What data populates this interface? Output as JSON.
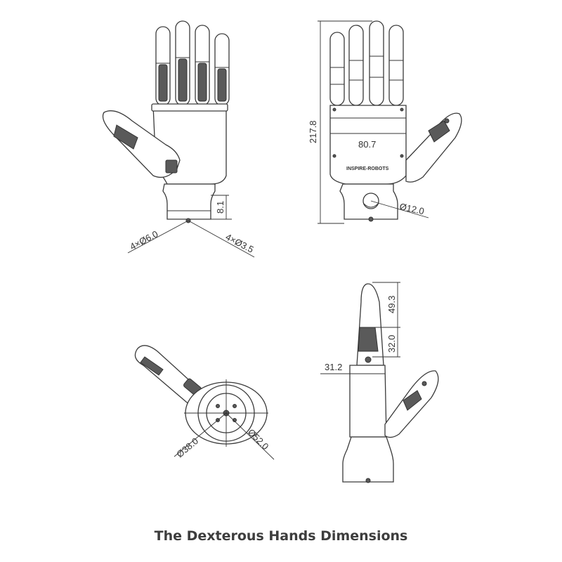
{
  "caption": "The Dexterous Hands Dimensions",
  "logo_text": "INSPIRE-ROBOTS",
  "dimensions": {
    "front_holes_large": "4×Ø6.0",
    "front_holes_small": "4×Ø3.5",
    "front_base_height": "8.1",
    "back_total_height": "217.8",
    "back_palm_width": "80.7",
    "back_hole_diameter": "Ø12.0",
    "bottom_inner_diameter": "Ø38.0",
    "bottom_outer_diameter": "Ø52.0",
    "side_upper_finger": "49.3",
    "side_lower_finger": "32.0",
    "side_thickness": "31.2"
  }
}
